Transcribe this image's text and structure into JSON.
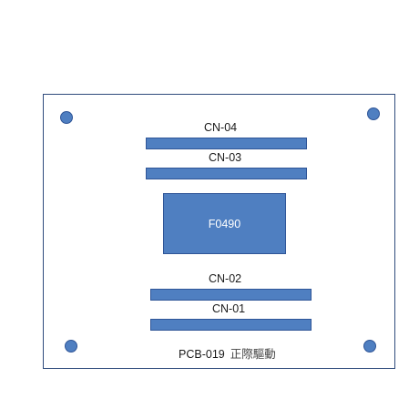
{
  "board": {
    "connectors": [
      {
        "label": "CN-04"
      },
      {
        "label": "CN-03"
      },
      {
        "label": "CN-02"
      },
      {
        "label": "CN-01"
      }
    ],
    "chip": {
      "label": "F0490"
    },
    "pcb_code": "PCB-019",
    "pcb_name": "正際驅動"
  },
  "colors": {
    "component_fill": "#4f7fc1",
    "component_border": "#2f5597",
    "board_border": "#2f4b7c"
  }
}
